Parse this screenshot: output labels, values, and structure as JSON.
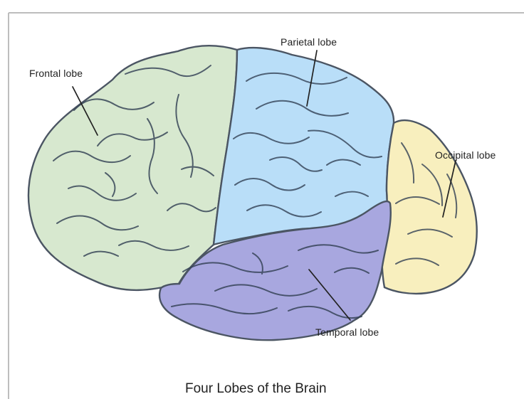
{
  "diagram": {
    "labels": {
      "frontal": "Frontal lobe",
      "parietal": "Parietal lobe",
      "occipital": "Occipital lobe",
      "temporal": "Temporal lobe"
    },
    "caption": "Four Lobes of the Brain",
    "colors": {
      "frontal": "#d7e8cf",
      "parietal": "#b9def8",
      "occipital": "#f8efbe",
      "temporal": "#a8a7df",
      "outline": "#4b5563",
      "fold": "#334155"
    }
  }
}
